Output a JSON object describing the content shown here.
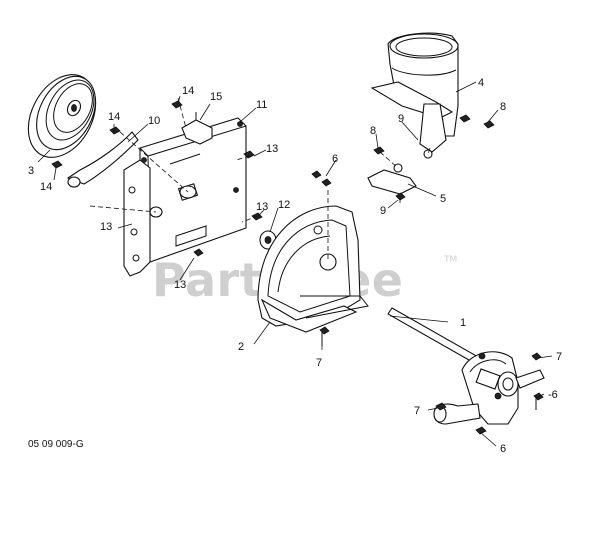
{
  "diagram": {
    "drawing_code": "05 09 009-G",
    "watermark": "PartsTree",
    "watermark_tm": "TM",
    "callouts": {
      "c1": "1",
      "c2": "2",
      "c3": "3",
      "c4": "4",
      "c5": "5",
      "c6a": "6",
      "c6b": "-6",
      "c6c": "6",
      "c7a": "7",
      "c7b": "7",
      "c7c": "7",
      "c8a": "8",
      "c8b": "8",
      "c9a": "9",
      "c9b": "9",
      "c10": "10",
      "c11": "11",
      "c12": "12",
      "c13a": "13",
      "c13b": "13",
      "c13c": "13",
      "c13d": "13",
      "c14a": "14",
      "c14b": "14",
      "c14c": "14",
      "c15": "15"
    }
  }
}
